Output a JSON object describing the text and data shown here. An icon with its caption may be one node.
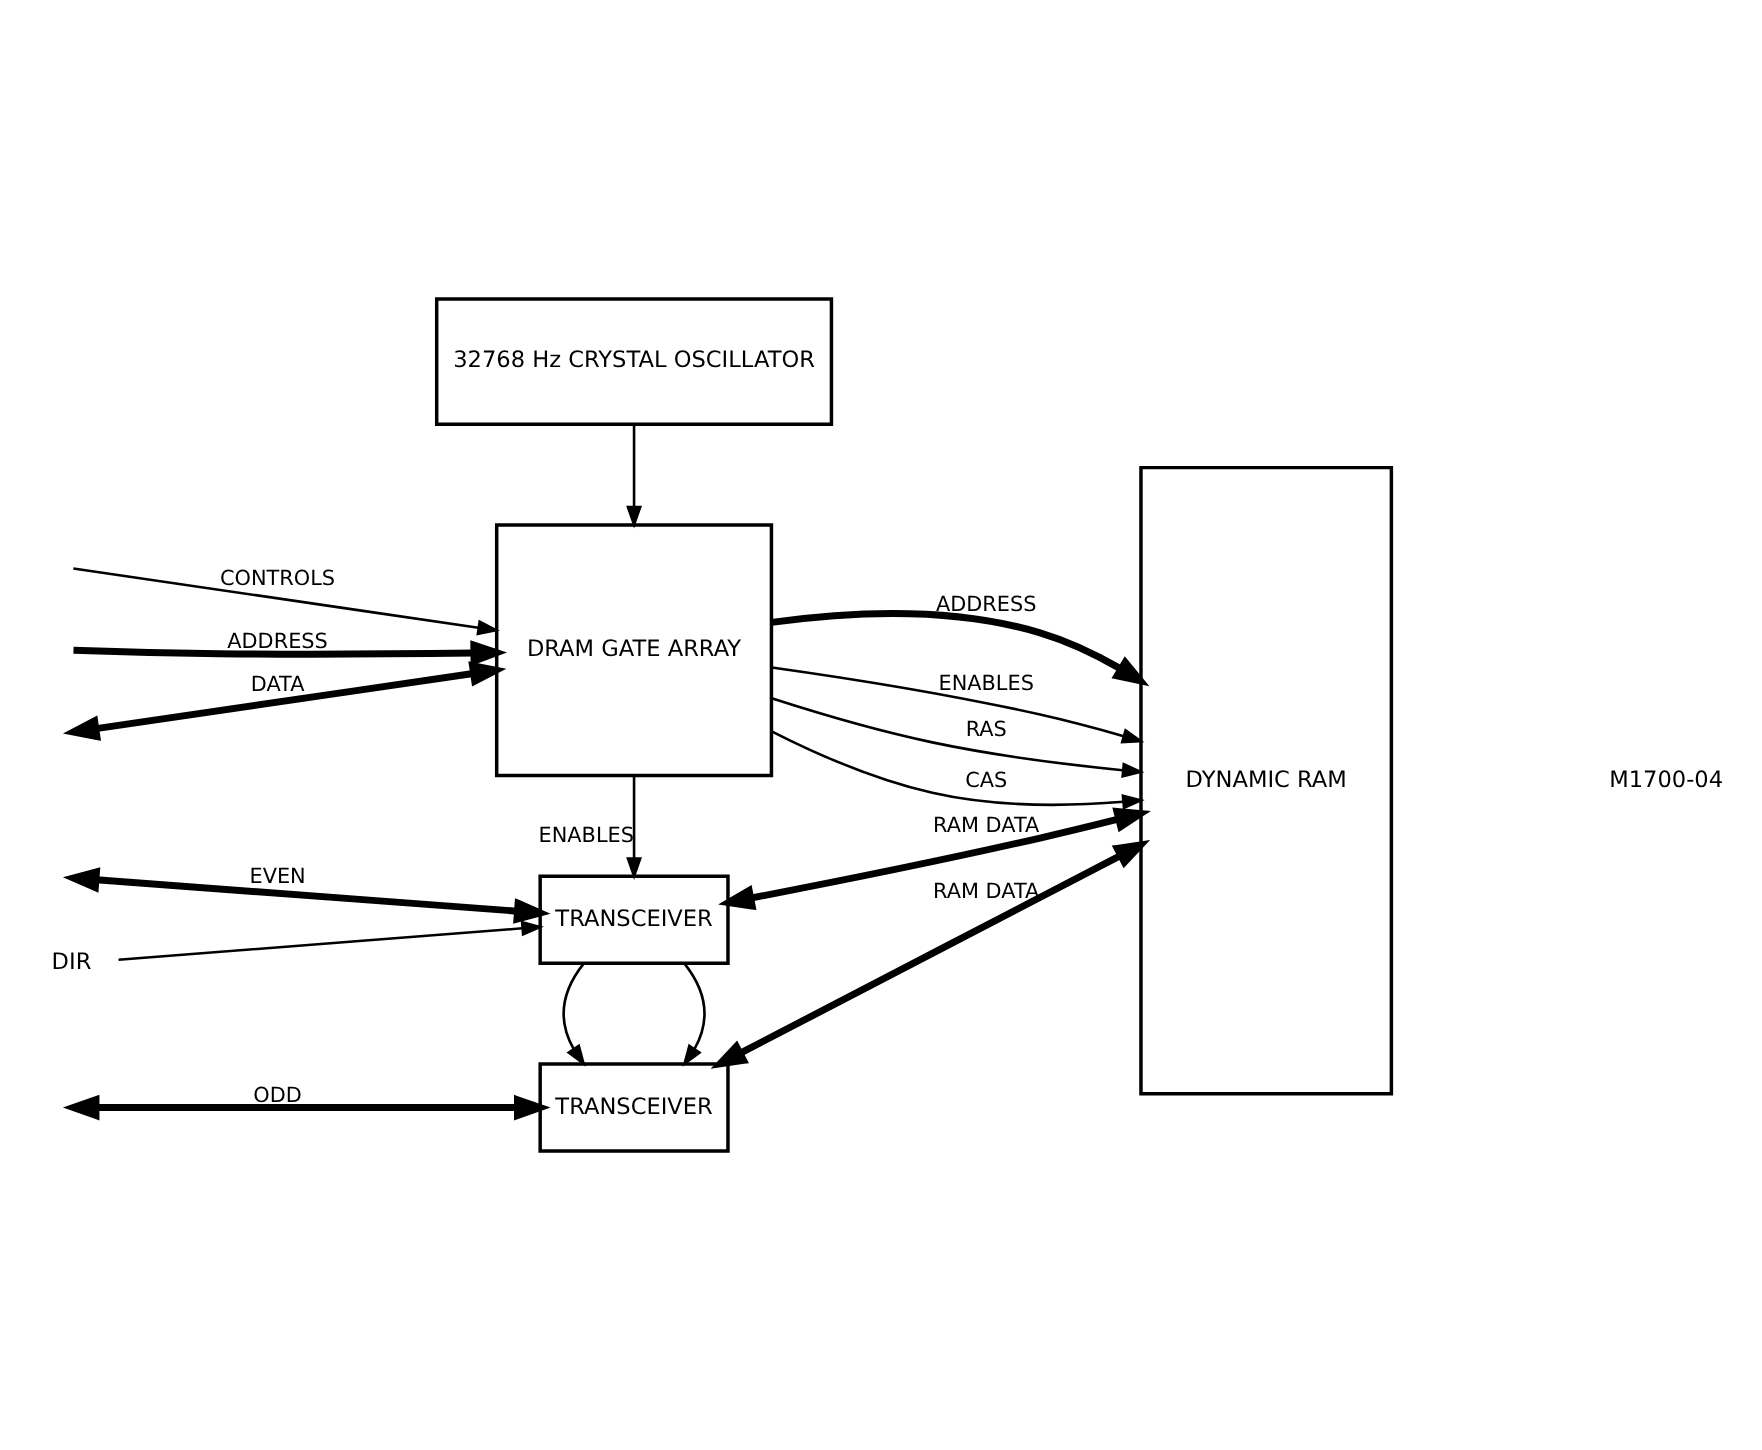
{
  "diagram": {
    "nodes": [
      {
        "text": [
          "32768 Hz CRYSTAL OSCILLATOR"
        ]
      },
      {
        "text": [
          "DRAM GATE ARRAY"
        ]
      },
      {
        "text": [
          "DYNAMIC RAM"
        ]
      },
      {
        "text": [
          "TRANSCEIVER"
        ]
      },
      {
        "text": [
          "TRANSCEIVER"
        ]
      },
      {
        "text": [
          "DIR"
        ]
      }
    ],
    "edges": [
      {
        "from": null,
        "to": 1,
        "arrow": "to",
        "label": "CONTROLS"
      },
      {
        "from": null,
        "to": 1,
        "arrow": "to",
        "label": "ADDRESS",
        "style": "thick"
      },
      {
        "from": null,
        "to": 1,
        "arrow": "both",
        "label": "DATA",
        "style": "thick"
      },
      {
        "from": 0,
        "to": 1,
        "arrow": "to"
      },
      {
        "from": 1,
        "to": 2,
        "arrow": "to",
        "label": "RAS"
      },
      {
        "from": 1,
        "to": 2,
        "arrow": "to",
        "label": "CAS"
      },
      {
        "from": 1,
        "to": 2,
        "arrow": "to",
        "label": "ADDRESS",
        "style": "thick"
      },
      {
        "from": 1,
        "to": 2,
        "arrow": "to",
        "label": "ENABLES"
      },
      {
        "from": 1,
        "to": 3,
        "arrow": "to",
        "label": "ENABLES"
      },
      {
        "from": 5,
        "to": 3,
        "arrow": "to"
      },
      {
        "from": null,
        "to": 3,
        "arrow": "both",
        "label": "EVEN",
        "style": "thick"
      },
      {
        "from": 3,
        "to": 2,
        "arrow": "both",
        "label": "RAM DATA",
        "style": "thick"
      },
      {
        "from": 3,
        "to": 4,
        "arrow": "to"
      },
      {
        "from": 3,
        "to": 4,
        "arrow": "to"
      },
      {
        "from": null,
        "to": 4,
        "arrow": "both",
        "label": "ODD",
        "style": "thick"
      },
      {
        "from": 4,
        "to": 2,
        "arrow": "both",
        "label": "RAM DATA",
        "style": "thick"
      }
    ],
    "labels": [
      "M1700-04"
    ]
  }
}
